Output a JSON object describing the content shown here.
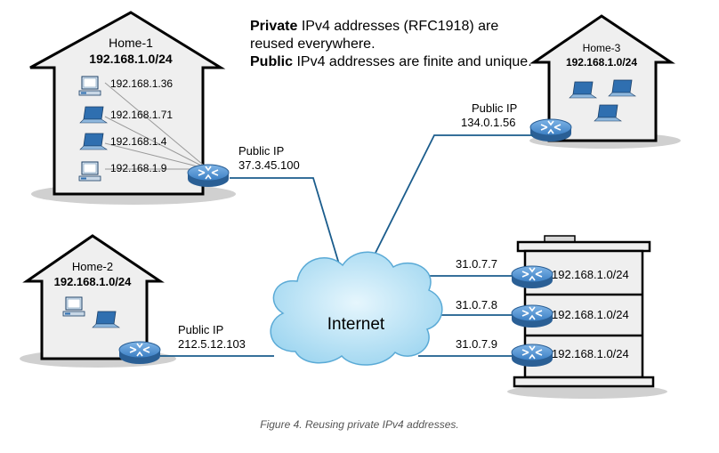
{
  "note": {
    "line1_bold": "Private",
    "line1_rest": " IPv4 addresses (RFC1918) are reused everywhere.",
    "line2_bold": "Public",
    "line2_rest": " IPv4 addresses are finite and unique."
  },
  "homes": {
    "home1": {
      "name": "Home-1",
      "subnet": "192.168.1.0/24",
      "hosts": [
        "192.168.1.36",
        "192.168.1.71",
        "192.168.1.4",
        "192.168.1.9"
      ],
      "public_ip_label": "Public IP",
      "public_ip": "37.3.45.100"
    },
    "home2": {
      "name": "Home-2",
      "subnet": "192.168.1.0/24",
      "public_ip_label": "Public IP",
      "public_ip": "212.5.12.103"
    },
    "home3": {
      "name": "Home-3",
      "subnet": "192.168.1.0/24",
      "public_ip_label": "Public IP",
      "public_ip": "134.0.1.56"
    }
  },
  "internet": {
    "label": "Internet"
  },
  "datacenter": {
    "rows": [
      {
        "public_ip": "31.0.7.7",
        "subnet": "192.168.1.0/24"
      },
      {
        "public_ip": "31.0.7.8",
        "subnet": "192.168.1.0/24"
      },
      {
        "public_ip": "31.0.7.9",
        "subnet": "192.168.1.0/24"
      }
    ]
  },
  "caption": "Figure 4. Reusing private IPv4 addresses.",
  "colors": {
    "link": "#1a5c8c",
    "house_fill": "#efefef",
    "router": "#3b7fc4",
    "cloud": "#bfe4f7"
  }
}
